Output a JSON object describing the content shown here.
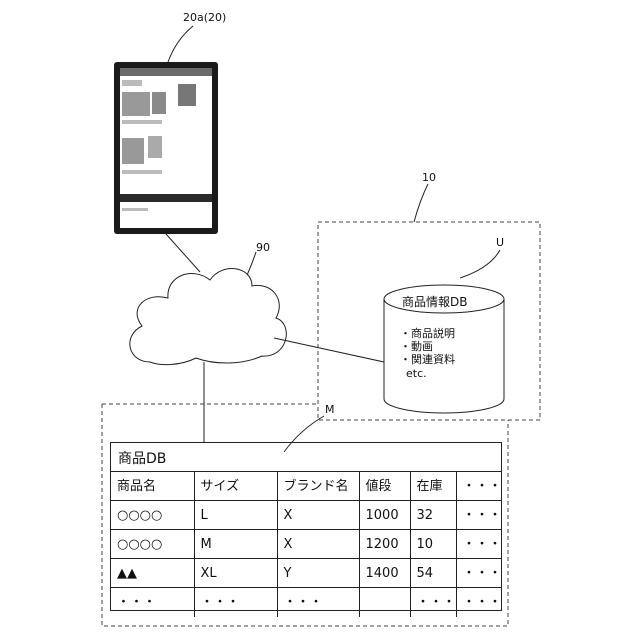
{
  "labels": {
    "terminal": "20a(20)",
    "network": "90",
    "system": "10",
    "user_db": "U",
    "product_db": "M"
  },
  "info_db": {
    "title": "商品情報DB",
    "items": [
      "・商品説明",
      "・動画",
      "・関連資料",
      "etc."
    ]
  },
  "table": {
    "title": "商品DB",
    "headers": [
      "商品名",
      "サイズ",
      "ブランド名",
      "値段",
      "在庫",
      "・・・"
    ],
    "rows": [
      [
        "○○○○",
        "L",
        "X",
        "1000",
        "32",
        "・・・"
      ],
      [
        "○○○○",
        "M",
        "X",
        "1200",
        "10",
        "・・・"
      ],
      [
        "▲▲",
        "XL",
        "Y",
        "1400",
        "54",
        "・・・"
      ],
      [
        "・・・",
        "・・・",
        "・・・",
        "",
        "・・・",
        "・・・"
      ]
    ]
  }
}
